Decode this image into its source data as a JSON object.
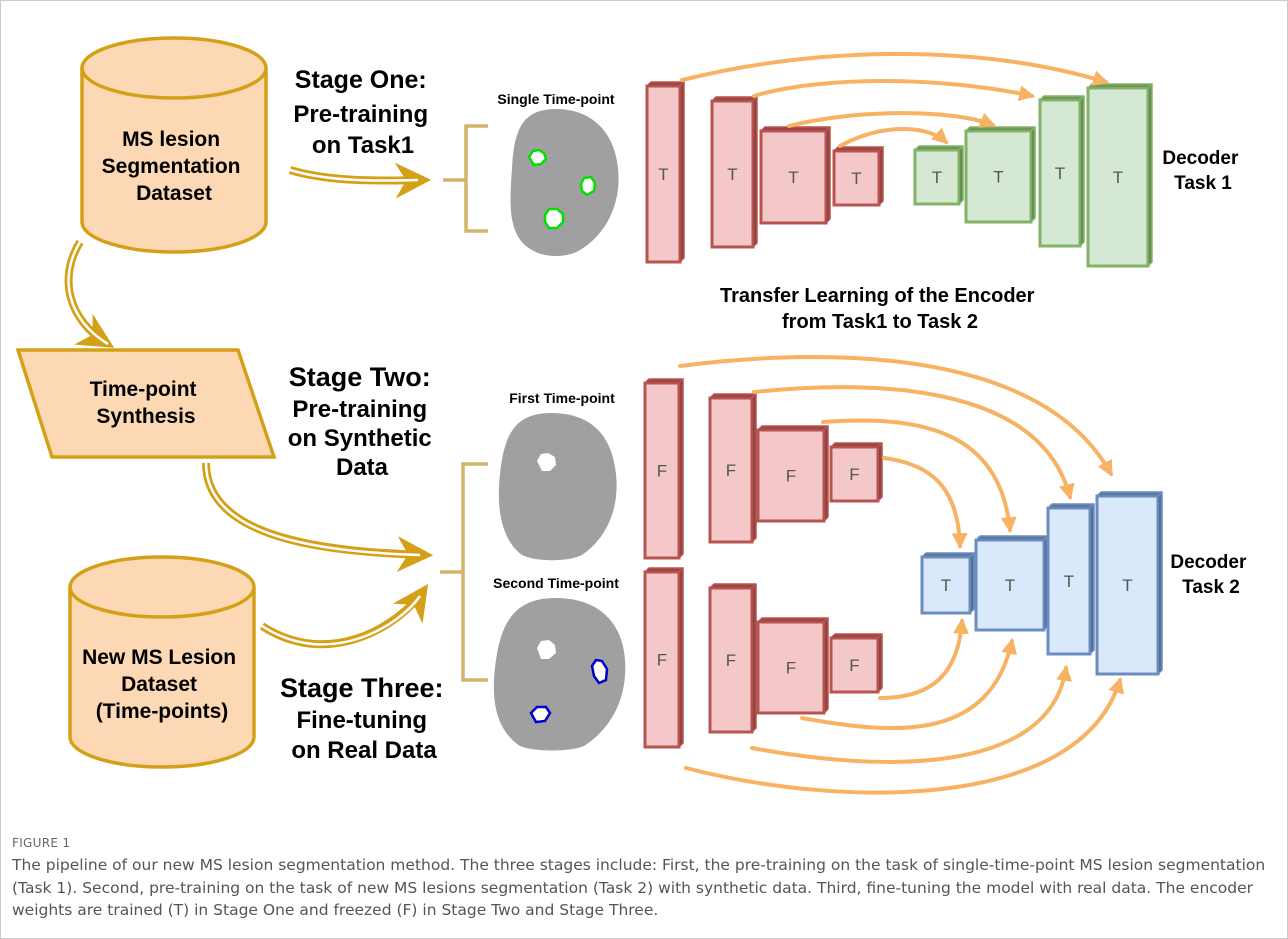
{
  "figure": {
    "label": "FIGURE 1",
    "caption": "The pipeline of our new MS lesion segmentation method. The three stages include: First, the pre-training on the task of single-time-point MS lesion segmentation (Task 1). Second, pre-training on the task of new MS lesions segmentation (Task 2) with synthetic data. Third, fine-tuning the model with real data. The encoder weights are trained (T) in Stage One and freezed (F) in Stage Two and Stage Three."
  },
  "datasets": {
    "ms_lesion": [
      "MS lesion",
      "Segmentation",
      "Dataset"
    ],
    "synthesis": [
      "Time-point",
      "Synthesis"
    ],
    "new_ms": [
      "New MS Lesion",
      "Dataset",
      "(Time-points)"
    ]
  },
  "stages": {
    "one": [
      "Stage One:",
      "Pre-training",
      "on Task1"
    ],
    "two": [
      "Stage Two:",
      "Pre-training",
      "on Synthetic",
      "Data"
    ],
    "three": [
      "Stage Three:",
      "Fine-tuning",
      "on Real Data"
    ]
  },
  "images": {
    "single": "Single Time-point",
    "first": "First Time-point",
    "second": "Second Time-point"
  },
  "blocks": {
    "trained": "T",
    "frozen": "F"
  },
  "transfer": [
    "Transfer Learning of the Encoder",
    "from Task1 to Task 2"
  ],
  "decoders": {
    "task1": [
      "Decoder",
      "Task 1"
    ],
    "task2": [
      "Decoder",
      "Task 2"
    ]
  },
  "colors": {
    "dataset_fill": "#fcd9b4",
    "dataset_stroke": "#d4a017",
    "arrow_gold": "#d4a017",
    "skip_arrow": "#f8b264",
    "encoder_fill": "#f4c8c8",
    "encoder_stroke": "#b85450",
    "decoder1_fill": "#d5e8d4",
    "decoder1_stroke": "#82b366",
    "decoder2_fill": "#dae8fc",
    "decoder2_stroke": "#6c8ebf",
    "brain": "#a0a0a0",
    "lesion_task1": "#00e000",
    "lesion_task2": "#0000cc"
  }
}
